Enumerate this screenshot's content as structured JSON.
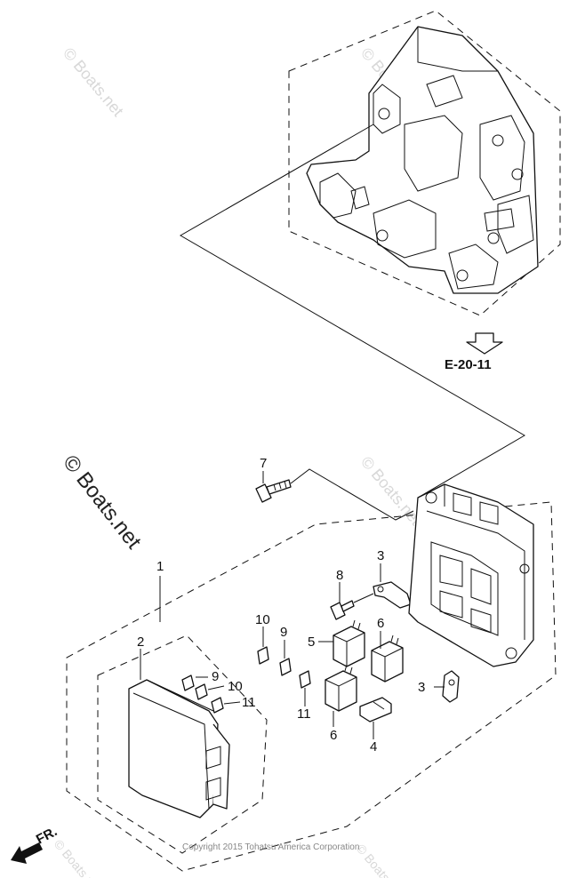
{
  "watermark": {
    "text": "© Boats.net"
  },
  "reference": {
    "label": "E-20-11"
  },
  "copyright": "Copyright 2015 Tohatsu America Corporation",
  "direction": {
    "label": "FR."
  },
  "callouts": {
    "c1": "1",
    "c2": "2",
    "c3a": "3",
    "c3b": "3",
    "c4": "4",
    "c5": "5",
    "c6a": "6",
    "c6b": "6",
    "c7": "7",
    "c8": "8",
    "c9a": "9",
    "c9b": "9",
    "c10a": "10",
    "c10b": "10",
    "c11a": "11",
    "c11b": "11"
  }
}
